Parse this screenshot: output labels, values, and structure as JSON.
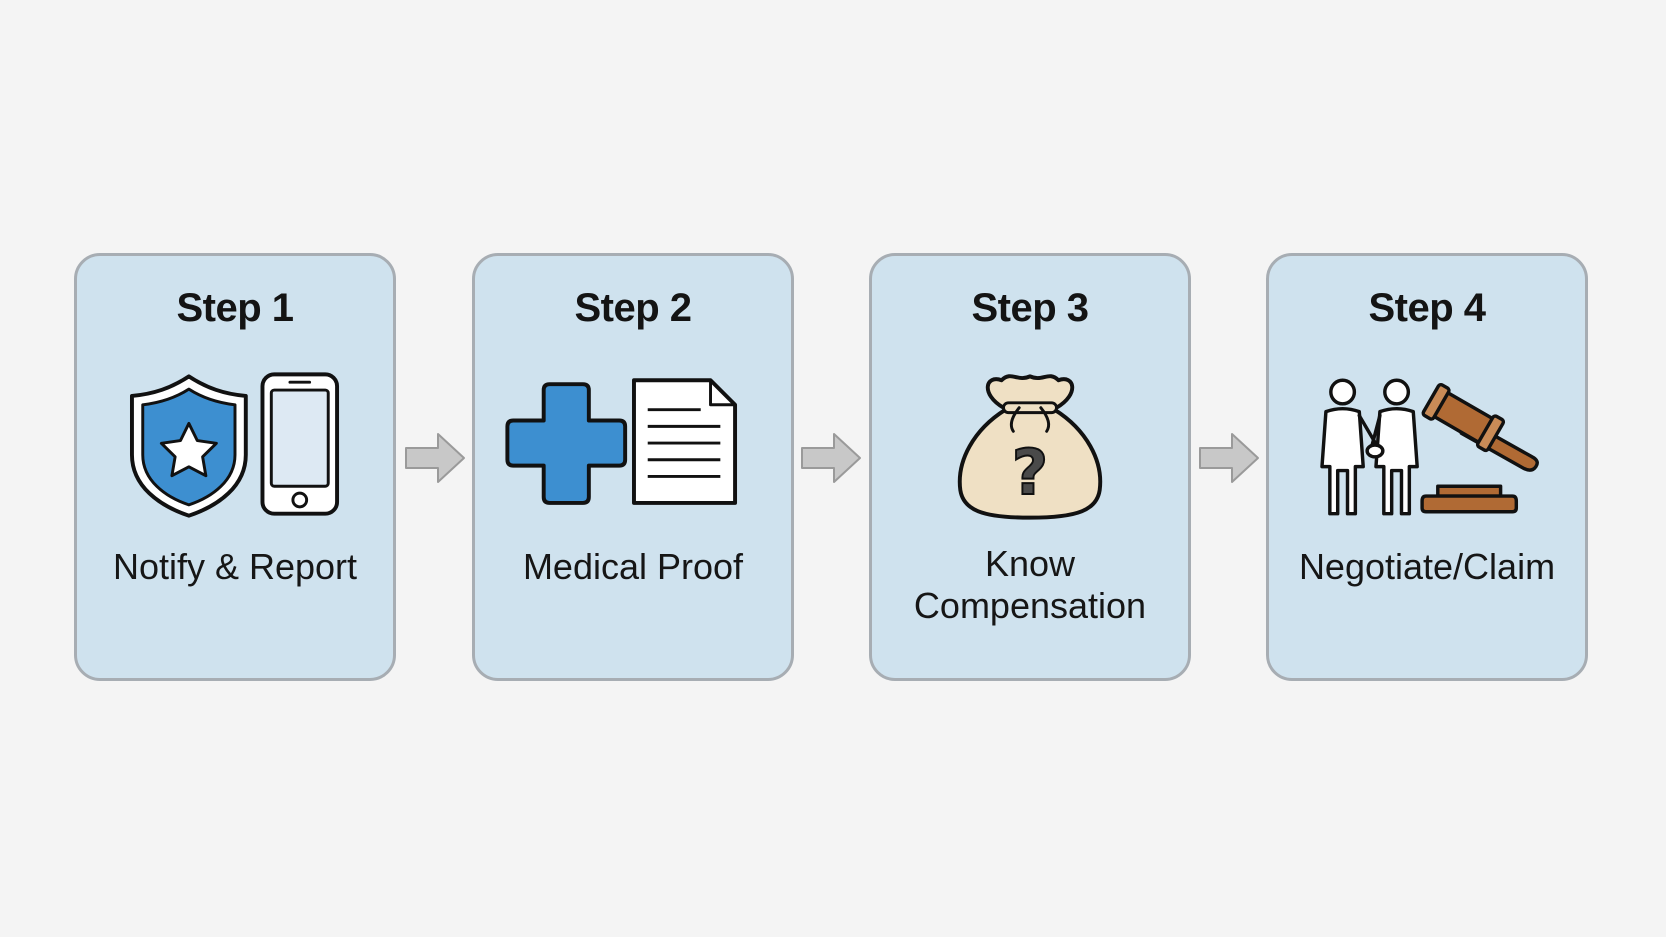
{
  "steps": [
    {
      "title": "Step 1",
      "label": "Notify & Report",
      "icons": [
        "shield-star-icon",
        "smartphone-icon"
      ]
    },
    {
      "title": "Step 2",
      "label": "Medical Proof",
      "icons": [
        "medical-cross-icon",
        "document-icon"
      ]
    },
    {
      "title": "Step 3",
      "label": "Know Compensation",
      "icons": [
        "money-bag-question-icon"
      ]
    },
    {
      "title": "Step 4",
      "label": "Negotiate/Claim",
      "icons": [
        "handshake-people-icon",
        "gavel-icon"
      ]
    }
  ],
  "colors": {
    "card_fill": "#cfe2ee",
    "card_border": "#a7adb3",
    "accent_blue": "#3d8fd0",
    "arrow": "#c8c8c8",
    "bag": "#efe0c4",
    "gavel": "#b06a34",
    "background": "#f4f4f4"
  }
}
